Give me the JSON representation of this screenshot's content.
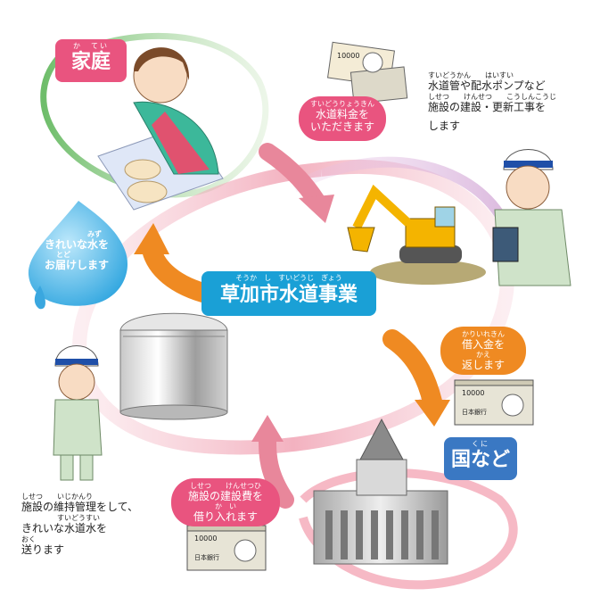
{
  "center": {
    "ruby": "そうか　し　すいどうじ　ぎょう",
    "title": "草加市水道事業"
  },
  "household": {
    "ruby": "か　てい",
    "title": "家庭"
  },
  "country": {
    "ruby": "くに",
    "title": "国など"
  },
  "fee_bubble": {
    "ruby": "すいどうりょうきん",
    "line1": "水道料金を",
    "line2": "いただきます"
  },
  "construction_note": {
    "ruby1": "すいどうかん　　はいすい",
    "line1": "水道管や配水ポンプなど",
    "ruby2": "しせつ　　けんせつ　　こうしんこうじ",
    "line2": "施設の建設・更新工事を",
    "line3": "します"
  },
  "water_drop": {
    "ruby1": "みず",
    "line1": "きれいな水を",
    "ruby2": "とど",
    "line2": "お届けします"
  },
  "repay_bubble": {
    "ruby1": "かりいれきん",
    "line1": "借入金を",
    "ruby2": "かえ",
    "line2": "返します"
  },
  "borrow_bubble": {
    "ruby1": "しせつ　　けんせつひ",
    "line1": "施設の建設費を",
    "ruby2": "か　い",
    "line2": "借り入れます"
  },
  "maintenance_note": {
    "ruby1": "しせつ　　いじかんり",
    "line1": "施設の維持管理をして、",
    "ruby2": "すいどうすい",
    "line2": "きれいな水道水を",
    "ruby3": "おく",
    "line3": "送ります"
  },
  "banknote": {
    "value": "10000",
    "name": "日本銀行"
  },
  "colors": {
    "household_pink": "#e9547f",
    "center_blue": "#1aa0d6",
    "country_blue": "#3a78c3",
    "arrow_orange": "#ef8a22",
    "loop_pink": "#f0a7b6",
    "loop_green": "#8ec77f"
  }
}
